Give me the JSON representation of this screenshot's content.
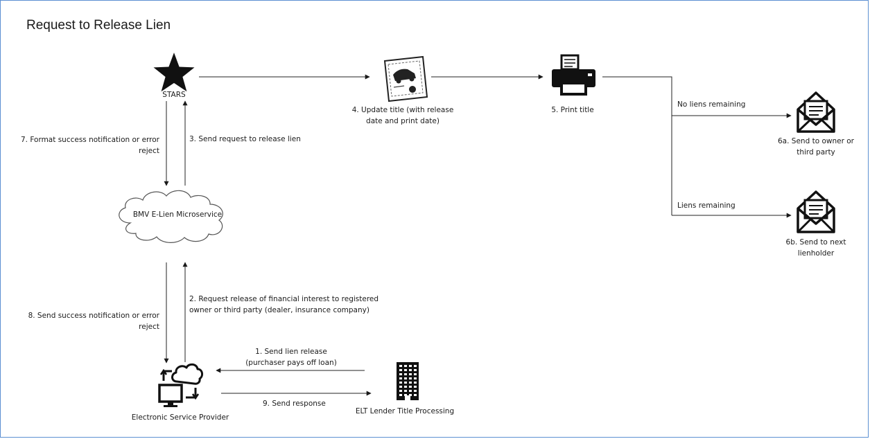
{
  "title": "Request to Release Lien",
  "nodes": {
    "stars": "STARS",
    "update_title": "4. Update title (with release\ndate and print date)",
    "print_title": "5. Print title",
    "send_owner": "6a. Send to owner or\nthird party",
    "send_lienholder": "6b. Send to next\nlienholder",
    "microservice": "BMV E-Lien Microservice",
    "esp": "Electronic Service Provider",
    "elt": "ELT Lender Title Processing"
  },
  "edges": {
    "e7": "7. Format success notification or error\nreject",
    "e3": "3. Send request to release lien",
    "e2": "2. Request release of financial interest to registered\nowner or third party (dealer, insurance company)",
    "e8": "8. Send success notification or error\nreject",
    "e1": "1. Send lien release\n(purchaser pays off loan)",
    "e9": "9. Send response",
    "no_liens": "No liens remaining",
    "liens": "Liens remaining"
  },
  "icons": {
    "stars": "star-icon",
    "title_doc": "certificate-icon",
    "printer": "printer-icon",
    "mail_owner": "envelope-icon",
    "mail_lienholder": "envelope-icon",
    "cloud": "cloud-icon",
    "esp": "computer-cloud-sync-icon",
    "elt": "office-building-icon"
  },
  "colors": {
    "frame": "#5b8fd1",
    "ink": "#1a1a1a"
  }
}
